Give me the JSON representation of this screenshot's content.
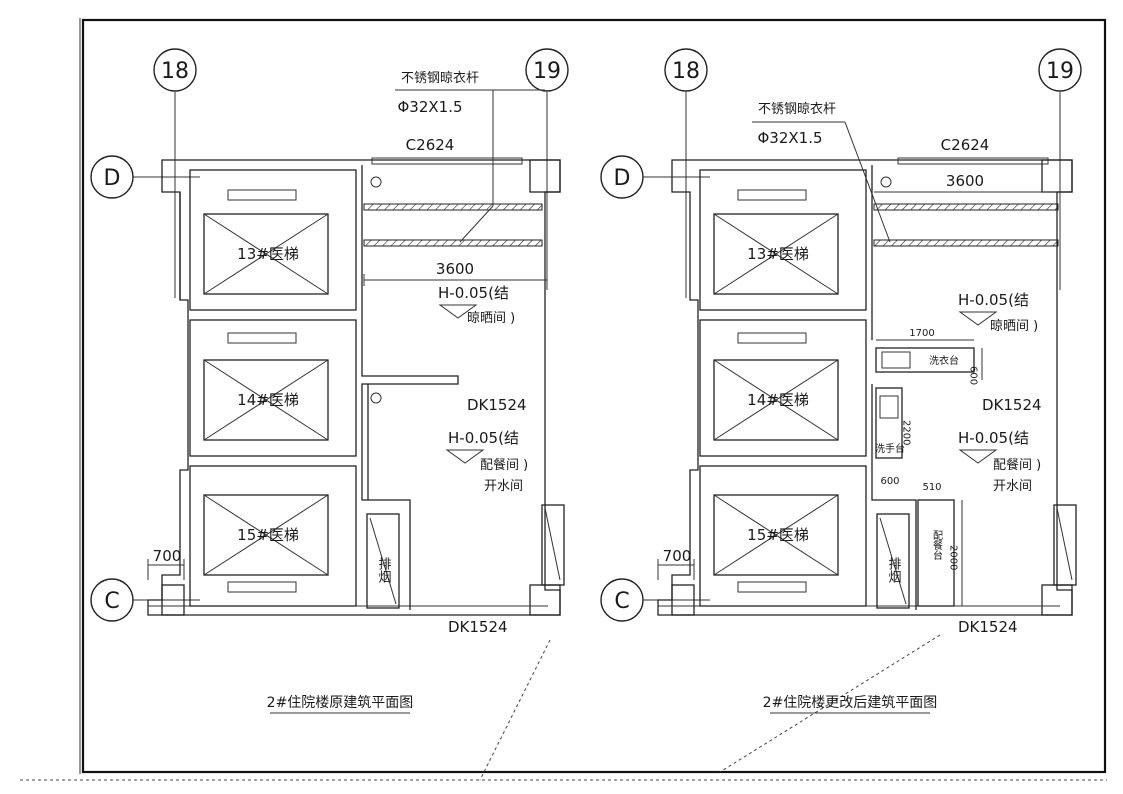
{
  "left_plan": {
    "title": "2#住院楼原建筑平面图",
    "axis_18": "18",
    "axis_19": "19",
    "axis_D": "D",
    "axis_C": "C",
    "rail_label": "不锈钢晾衣杆",
    "rail_spec": "Φ32X1.5",
    "window_top": "C2624",
    "dim_width": "3600",
    "dim_left": "700",
    "elev_1": "H-0.05(结",
    "room_drying": "晾晒间 )",
    "door_mid": "DK1524",
    "elev_2": "H-0.05(结",
    "room_pantry": "配餐间 )",
    "room_boiling": "开水间",
    "duct": "排烟",
    "door_bottom": "DK1524",
    "elevator_13": "13#医梯",
    "elevator_14": "14#医梯",
    "elevator_15": "15#医梯"
  },
  "right_plan": {
    "title": "2#住院楼更改后建筑平面图",
    "axis_18": "18",
    "axis_19": "19",
    "axis_D": "D",
    "axis_C": "C",
    "rail_label": "不锈钢晾衣杆",
    "rail_spec": "Φ32X1.5",
    "window_top": "C2624",
    "dim_width": "3600",
    "dim_left": "700",
    "dim_1700": "1700",
    "dim_600a": "600",
    "dim_2200": "2200",
    "dim_600b": "600",
    "dim_510": "510",
    "dim_2000": "2000",
    "laundry_sink": "洗衣台",
    "hand_sink": "洗手台",
    "serving_counter": "配餐台",
    "elev_1": "H-0.05(结",
    "room_drying": "晾晒间 )",
    "door_mid": "DK1524",
    "elev_2": "H-0.05(结",
    "room_pantry": "配餐间 )",
    "room_boiling": "开水间",
    "duct": "排烟",
    "door_bottom": "DK1524",
    "elevator_13": "13#医梯",
    "elevator_14": "14#医梯",
    "elevator_15": "15#医梯"
  }
}
